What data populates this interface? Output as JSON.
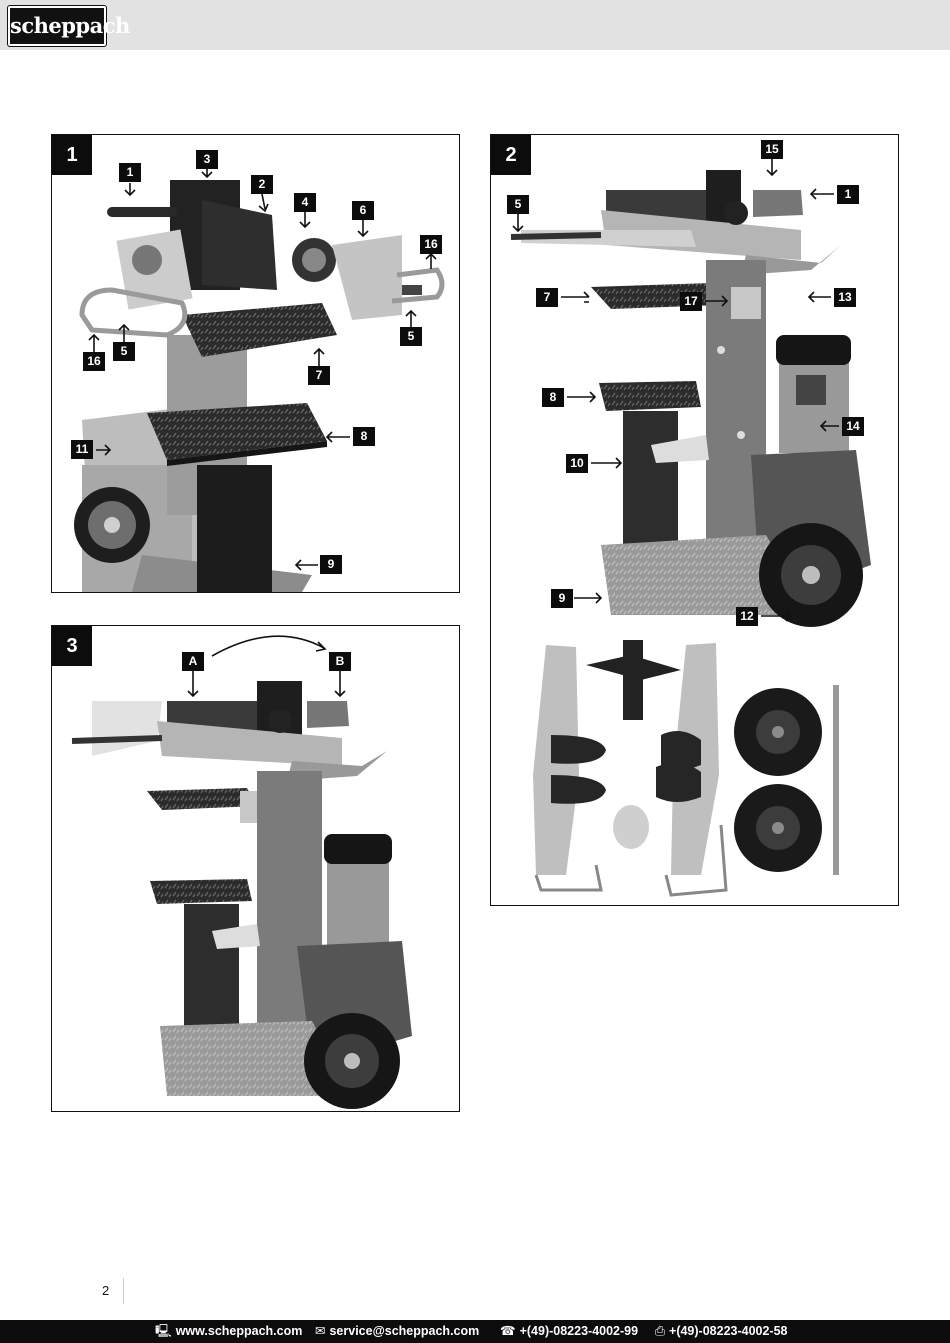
{
  "brand": {
    "logo_text": "scheppach"
  },
  "figures": [
    {
      "number": "1",
      "labels": [
        "1",
        "3",
        "2",
        "4",
        "6",
        "16",
        "16",
        "5",
        "5",
        "7",
        "11",
        "8",
        "9"
      ]
    },
    {
      "number": "2",
      "labels": [
        "15",
        "1",
        "5",
        "7",
        "17",
        "13",
        "8",
        "14",
        "10",
        "9",
        "12"
      ]
    },
    {
      "number": "3",
      "labels": [
        "A",
        "B"
      ]
    }
  ],
  "page": {
    "number": "2"
  },
  "footer": {
    "web": "www.scheppach.com",
    "email": "service@scheppach.com",
    "phone": "+(49)-08223-4002-99",
    "fax": "+(49)-08223-4002-58",
    "icons": {
      "web": "computer-icon",
      "email": "envelope-icon",
      "phone": "telephone-icon",
      "fax": "fax-icon"
    }
  }
}
